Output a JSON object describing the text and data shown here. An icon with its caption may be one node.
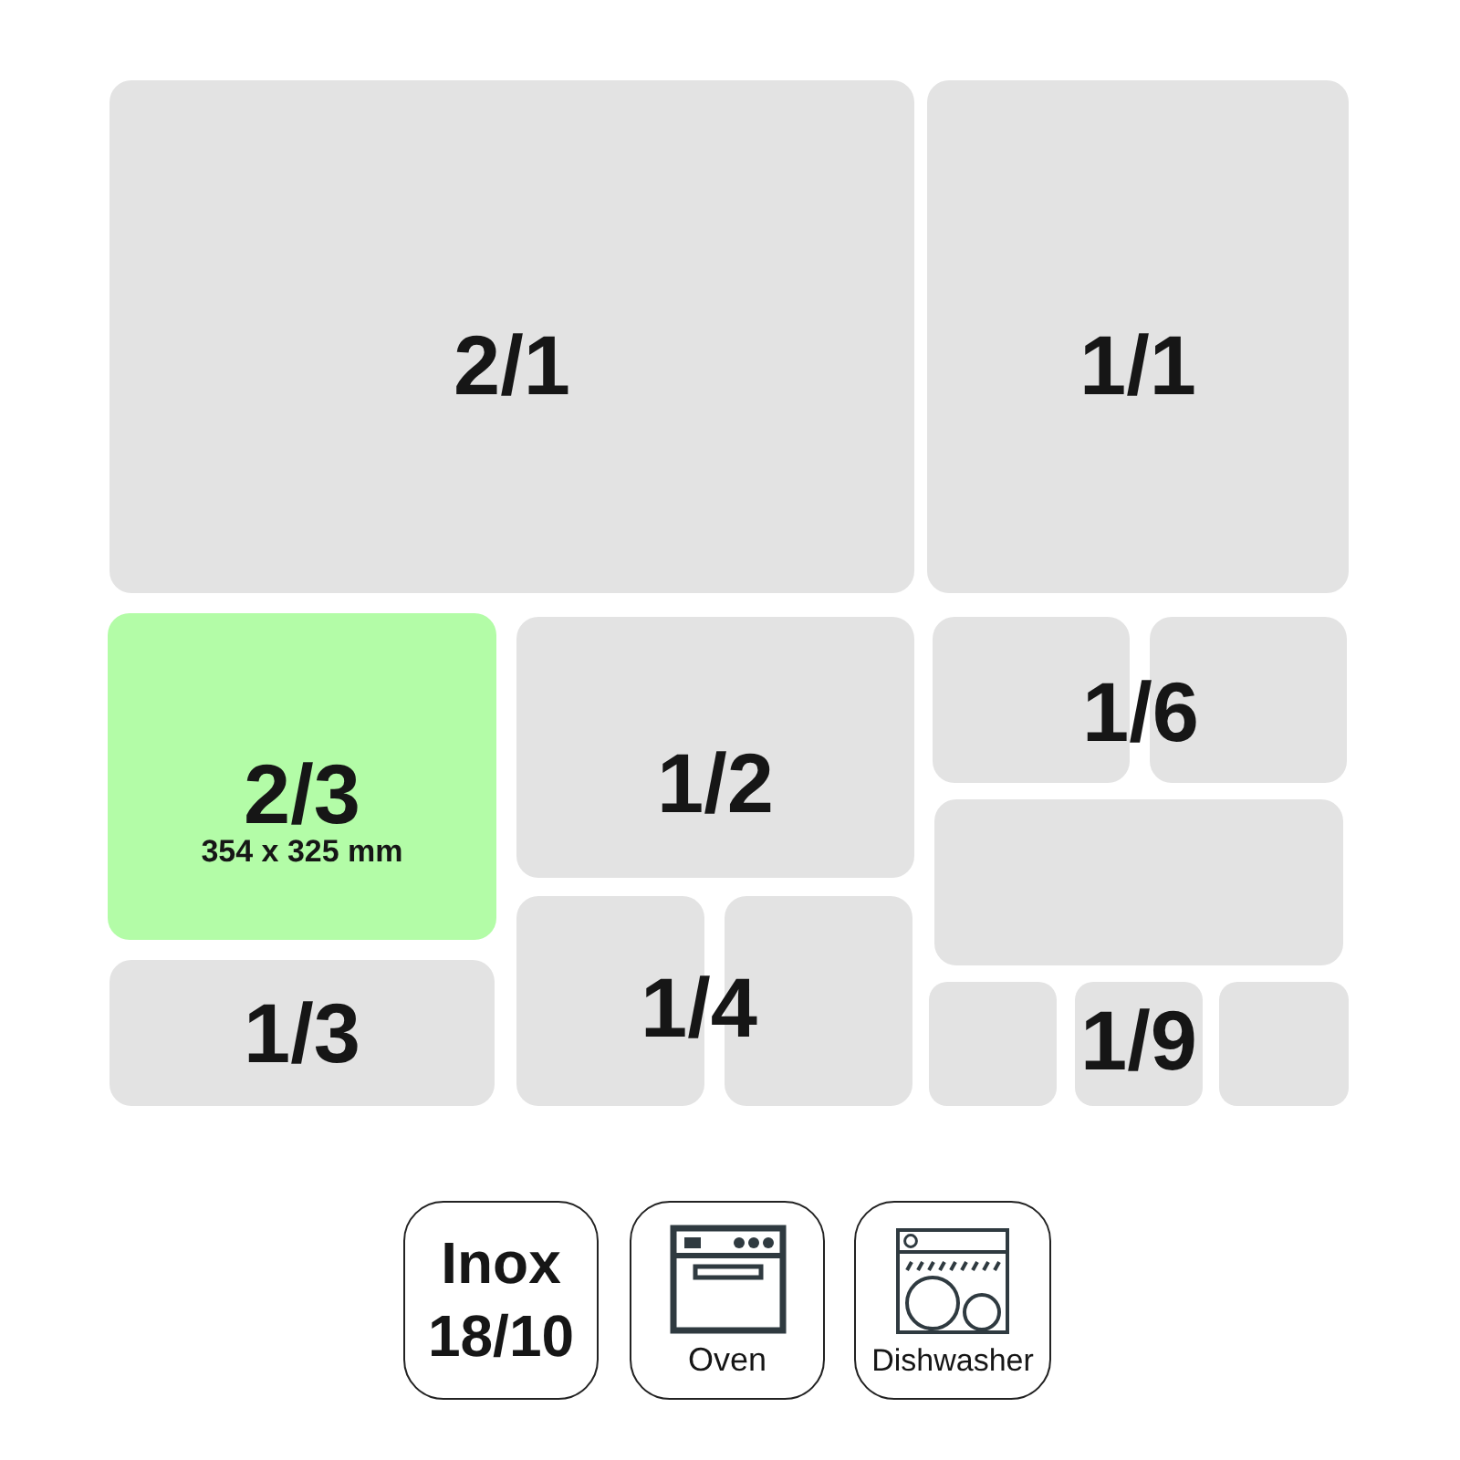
{
  "diagram": {
    "nodes": [
      {
        "text": [
          "2/1"
        ]
      },
      {
        "text": [
          "1/1"
        ]
      },
      {
        "text": [
          "2/3",
          "354 x 325 mm"
        ]
      },
      {
        "text": [
          "1/2"
        ]
      },
      {
        "text": [],
        "shape": "box"
      },
      {
        "text": [],
        "shape": "box"
      },
      {
        "text": [],
        "shape": "box"
      },
      {
        "text": [
          "1/3"
        ]
      },
      {
        "text": [],
        "shape": "box"
      },
      {
        "text": [],
        "shape": "box"
      },
      {
        "text": [],
        "shape": "box"
      },
      {
        "text": [
          "1/9"
        ]
      },
      {
        "text": [],
        "shape": "box"
      },
      {
        "text": [
          "Inox 18/10"
        ]
      },
      {
        "text": [
          "Oven"
        ]
      },
      {
        "text": [
          "Dishwasher"
        ]
      }
    ],
    "labels": [
      "1/6",
      "1/4"
    ]
  }
}
